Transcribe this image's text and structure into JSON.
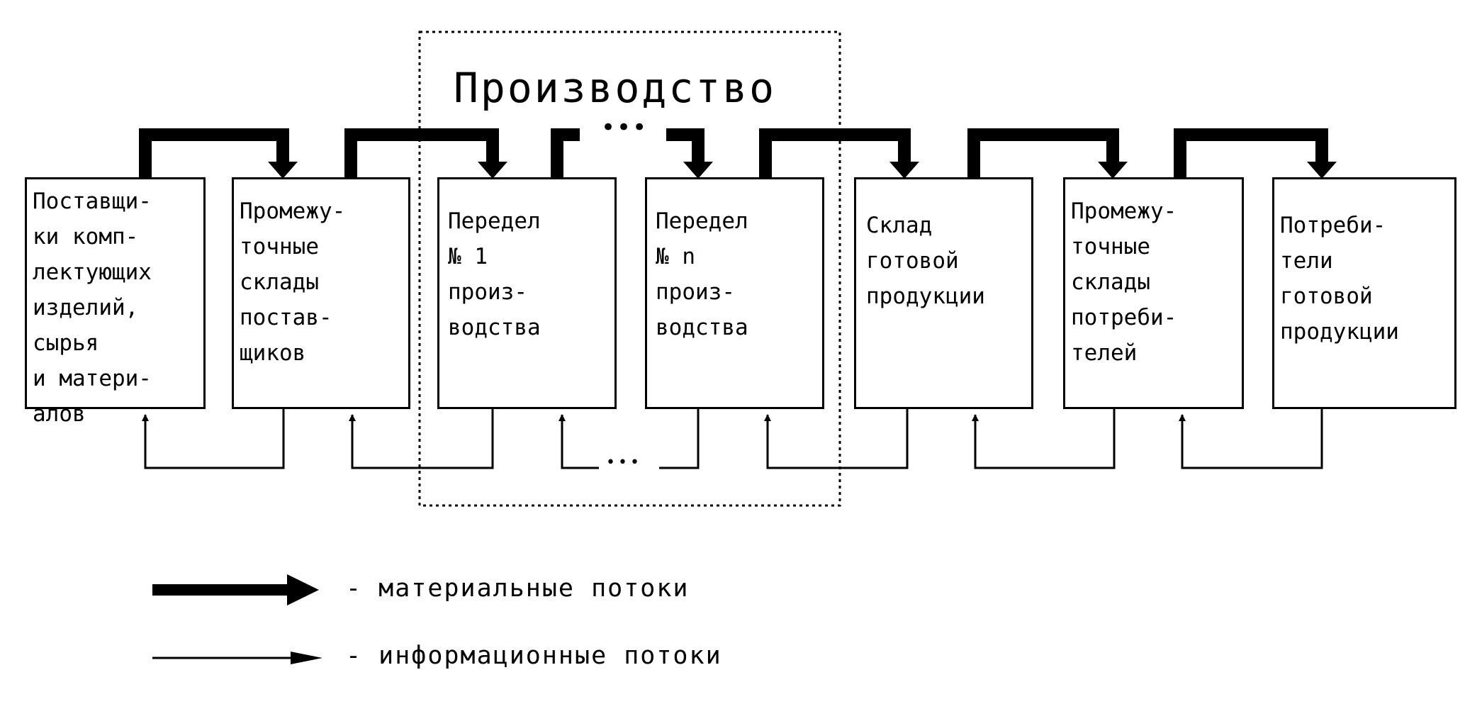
{
  "production_label": "Производство",
  "boxes": [
    {
      "label": "Поставщи-\nки комп-\nлектующих\nизделий,\nсырья\nи матери-\nалов"
    },
    {
      "label": "Промежу-\nточные\nсклады\nпостав-\nщиков"
    },
    {
      "label": "Передел\n№ 1\nпроиз-\nводства"
    },
    {
      "label": "Передел\n№ n\nпроиз-\nводства"
    },
    {
      "label": "Склад\nготовой\nпродукции"
    },
    {
      "label": "Промежу-\nточные\nсклады\nпотреби-\nтелей"
    },
    {
      "label": "Потреби-\nтели\nготовой\nпродукции"
    }
  ],
  "ellipsis": "•••",
  "legend": {
    "material": "- материальные потоки",
    "information": "- информационные потоки"
  }
}
